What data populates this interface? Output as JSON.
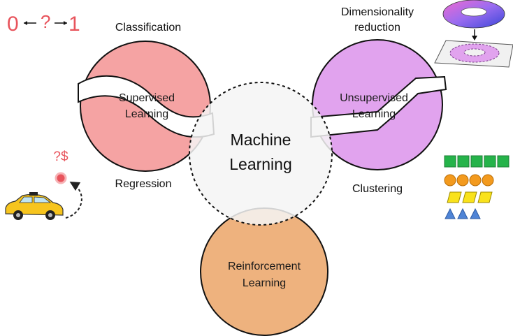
{
  "center": {
    "line1": "Machine",
    "line2": "Learning"
  },
  "supervised": {
    "line1": "Supervised",
    "line2": "Learning",
    "top_label": "Classification",
    "bottom_label": "Regression"
  },
  "unsupervised": {
    "line1": "Unsupervised",
    "line2": "Learning",
    "top_label_line1": "Dimensionality",
    "top_label_line2": "reduction",
    "bottom_label": "Clustering"
  },
  "reinforcement": {
    "line1": "Reinforcement",
    "line2": "Learning"
  },
  "classification_icon": {
    "left": "0",
    "mid": "?",
    "right": "1"
  },
  "regression_icon": {
    "text": "?$"
  },
  "colors": {
    "supervised": "#f5a3a3",
    "unsupervised": "#e1a3ee",
    "reinforcement": "#eeb27e",
    "center": "#f4f4f4",
    "accent_red": "#e8545c",
    "green": "#25b34a",
    "orange": "#f39a1e",
    "yellow": "#f9e21b",
    "blue": "#4f84d6"
  },
  "icons": [
    "taxi-icon",
    "torus-icon",
    "ring-plane-icon",
    "shapes-cluster-icon",
    "target-dot-icon"
  ]
}
